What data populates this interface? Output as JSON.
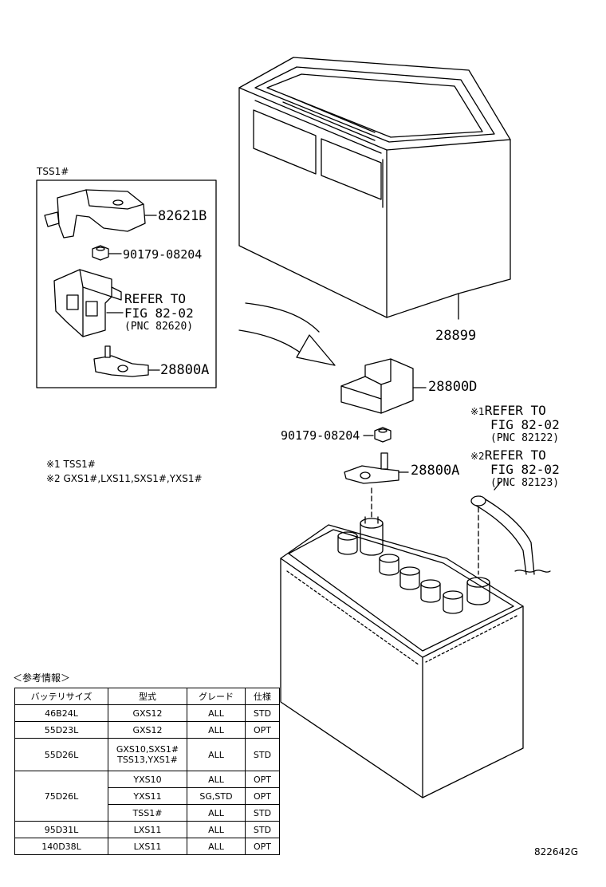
{
  "inset": {
    "title": "TSS1#"
  },
  "callouts": {
    "cover_82621B": "82621B",
    "nut_inset": "90179-08204",
    "refer_inset": {
      "line1": "REFER TO",
      "line2": "FIG 82-02",
      "pnc": "(PNC 82620)"
    },
    "clamp_inset": "28800A",
    "tray": "28899",
    "insulator": "28800D",
    "nut_main": "90179-08204",
    "clamp_main": "28800A",
    "refer1": {
      "mark": "※1",
      "line1": "REFER TO",
      "line2": "FIG 82-02",
      "pnc": "(PNC 82122)"
    },
    "refer2": {
      "mark": "※2",
      "line1": "REFER TO",
      "line2": "FIG 82-02",
      "pnc": "(PNC 82123)"
    }
  },
  "notes": {
    "note1": "※1 TSS1#",
    "note2": "※2 GXS1#,LXS11,SXS1#,YXS1#"
  },
  "reference_table": {
    "caption": "＜参考情報＞",
    "headers": [
      "バッテリサイズ",
      "型式",
      "グレード",
      "仕様"
    ],
    "rows": [
      {
        "size": "46B24L",
        "model": "GXS12",
        "grade": "ALL",
        "spec": "STD"
      },
      {
        "size": "55D23L",
        "model": "GXS12",
        "grade": "ALL",
        "spec": "OPT"
      },
      {
        "size": "55D26L",
        "model": "GXS10,SXS1#",
        "model2": "TSS13,YXS1#",
        "grade": "ALL",
        "spec": "STD"
      },
      {
        "size": "75D26L",
        "model": "YXS10",
        "grade": "ALL",
        "spec": "OPT"
      },
      {
        "model": "YXS11",
        "grade": "SG,STD",
        "spec": "OPT"
      },
      {
        "model": "TSS1#",
        "grade": "ALL",
        "spec": "STD"
      },
      {
        "size": "95D31L",
        "model": "LXS11",
        "grade": "ALL",
        "spec": "STD"
      },
      {
        "size": "140D38L",
        "model": "LXS11",
        "grade": "ALL",
        "spec": "OPT"
      }
    ]
  },
  "figure_code": "822642G"
}
